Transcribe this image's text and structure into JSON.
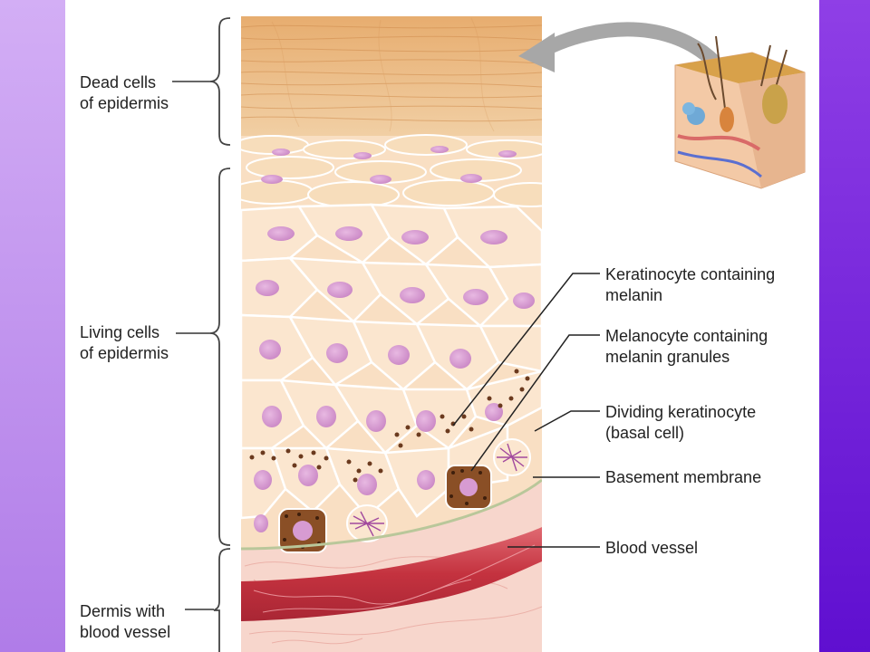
{
  "labels_left": {
    "dead_cells": [
      "Dead cells",
      "of epidermis"
    ],
    "living_cells": [
      "Living cells",
      "of epidermis"
    ],
    "dermis": [
      "Dermis with",
      "blood vessel"
    ]
  },
  "labels_right": {
    "keratinocyte": [
      "Keratinocyte containing",
      "melanin"
    ],
    "melanocyte": [
      "Melanocyte containing",
      "melanin granules"
    ],
    "dividing": [
      "Dividing keratinocyte",
      "(basal cell)"
    ],
    "basement": [
      "Basement membrane"
    ],
    "blood_vessel": [
      "Blood vessel"
    ]
  },
  "colors": {
    "background_gradient": [
      "#c79af0",
      "#6a18d6"
    ],
    "dead_layer": "#e9b77f",
    "living_cells": "#fbe3c8",
    "nucleus": "#d79bd2",
    "melanin": "#6b3a1e",
    "blood_vessel": "#c93a4a",
    "dermis": "#f6cfc8"
  }
}
